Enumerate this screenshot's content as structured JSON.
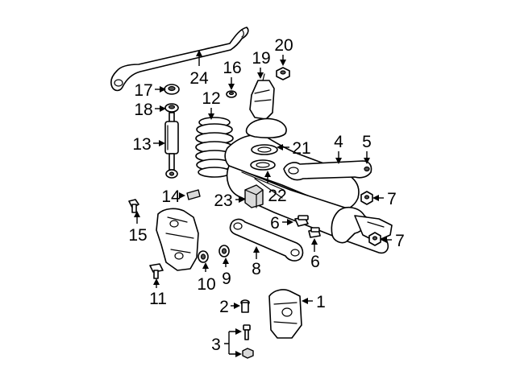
{
  "callouts": [
    {
      "id": "1",
      "text": "1"
    },
    {
      "id": "2",
      "text": "2"
    },
    {
      "id": "3",
      "text": "3"
    },
    {
      "id": "4",
      "text": "4"
    },
    {
      "id": "5",
      "text": "5"
    },
    {
      "id": "6a",
      "text": "6"
    },
    {
      "id": "6b",
      "text": "6"
    },
    {
      "id": "7a",
      "text": "7"
    },
    {
      "id": "7b",
      "text": "7"
    },
    {
      "id": "8",
      "text": "8"
    },
    {
      "id": "9",
      "text": "9"
    },
    {
      "id": "10",
      "text": "10"
    },
    {
      "id": "11",
      "text": "11"
    },
    {
      "id": "12",
      "text": "12"
    },
    {
      "id": "13",
      "text": "13"
    },
    {
      "id": "14",
      "text": "14"
    },
    {
      "id": "15",
      "text": "15"
    },
    {
      "id": "16",
      "text": "16"
    },
    {
      "id": "17",
      "text": "17"
    },
    {
      "id": "18",
      "text": "18"
    },
    {
      "id": "19",
      "text": "19"
    },
    {
      "id": "20",
      "text": "20"
    },
    {
      "id": "21",
      "text": "21"
    },
    {
      "id": "22",
      "text": "22"
    },
    {
      "id": "23",
      "text": "23"
    },
    {
      "id": "24",
      "text": "24"
    }
  ]
}
